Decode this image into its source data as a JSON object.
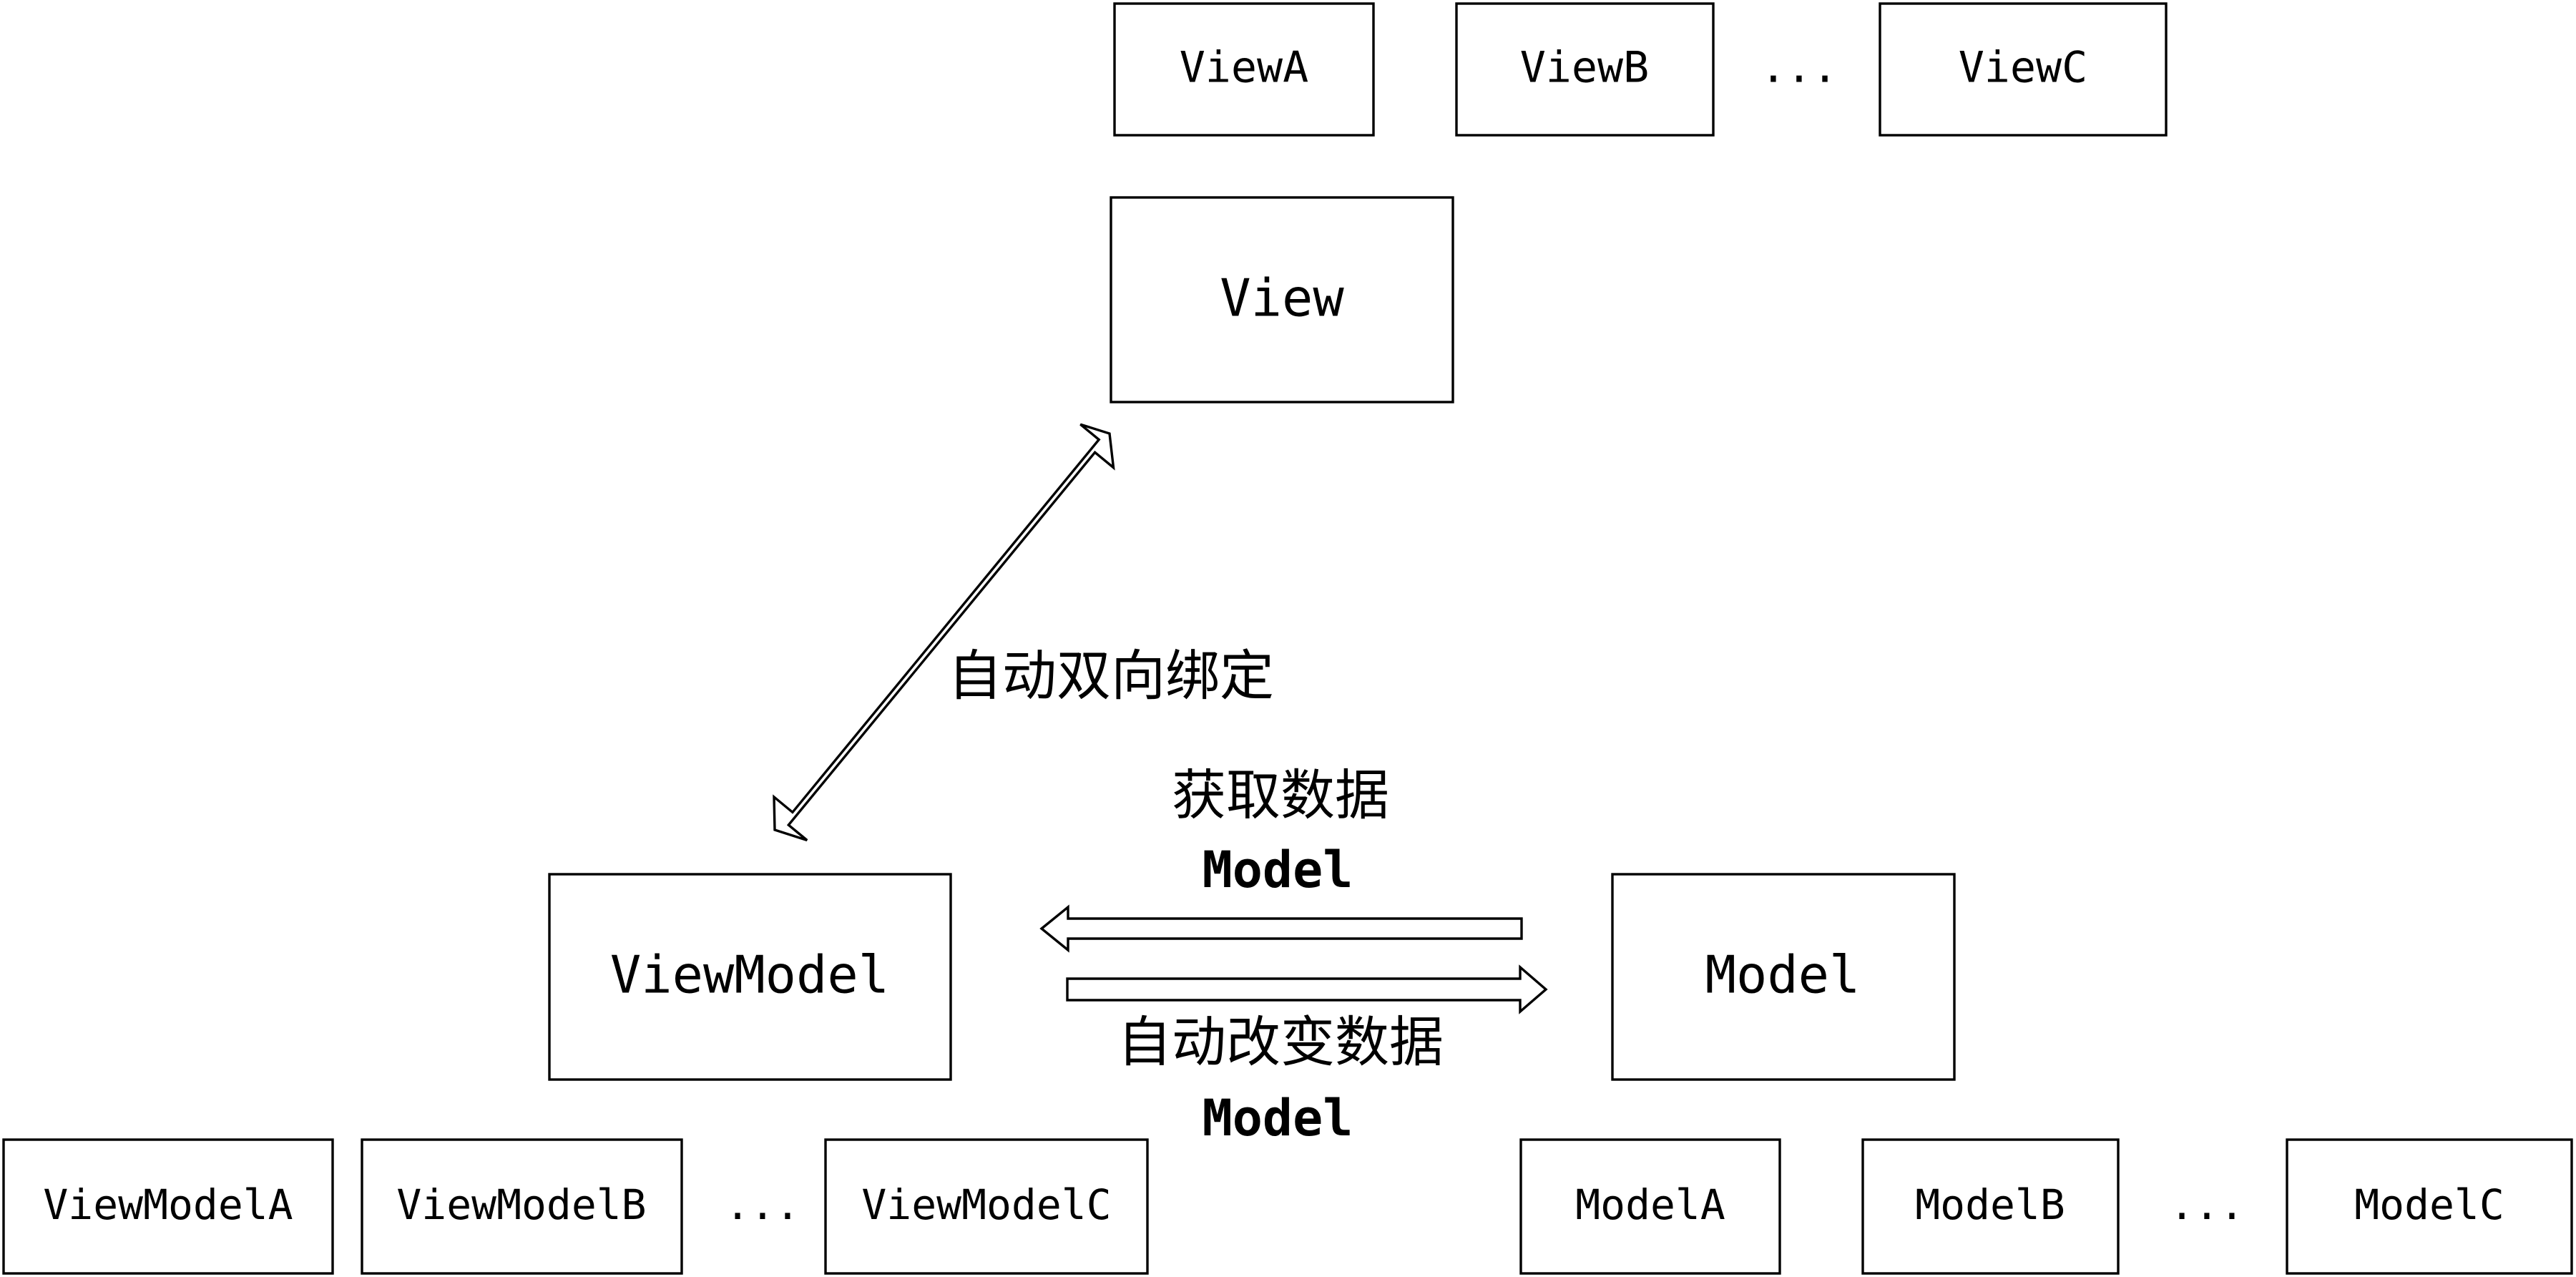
{
  "views": {
    "top_row": [
      "ViewA",
      "ViewB",
      "...",
      "ViewC"
    ],
    "main": "View"
  },
  "viewmodels": {
    "main": "ViewModel",
    "bottom_row": [
      "ViewModelA",
      "ViewModelB",
      "...",
      "ViewModelC"
    ]
  },
  "models": {
    "main": "Model",
    "bottom_row": [
      "ModelA",
      "ModelB",
      "...",
      "ModelC"
    ]
  },
  "arrows": {
    "binding_label": "自动双向绑定",
    "fetch_label": "获取数据",
    "fetch_sub": "Model",
    "change_label": "自动改变数据",
    "change_sub": "Model"
  }
}
